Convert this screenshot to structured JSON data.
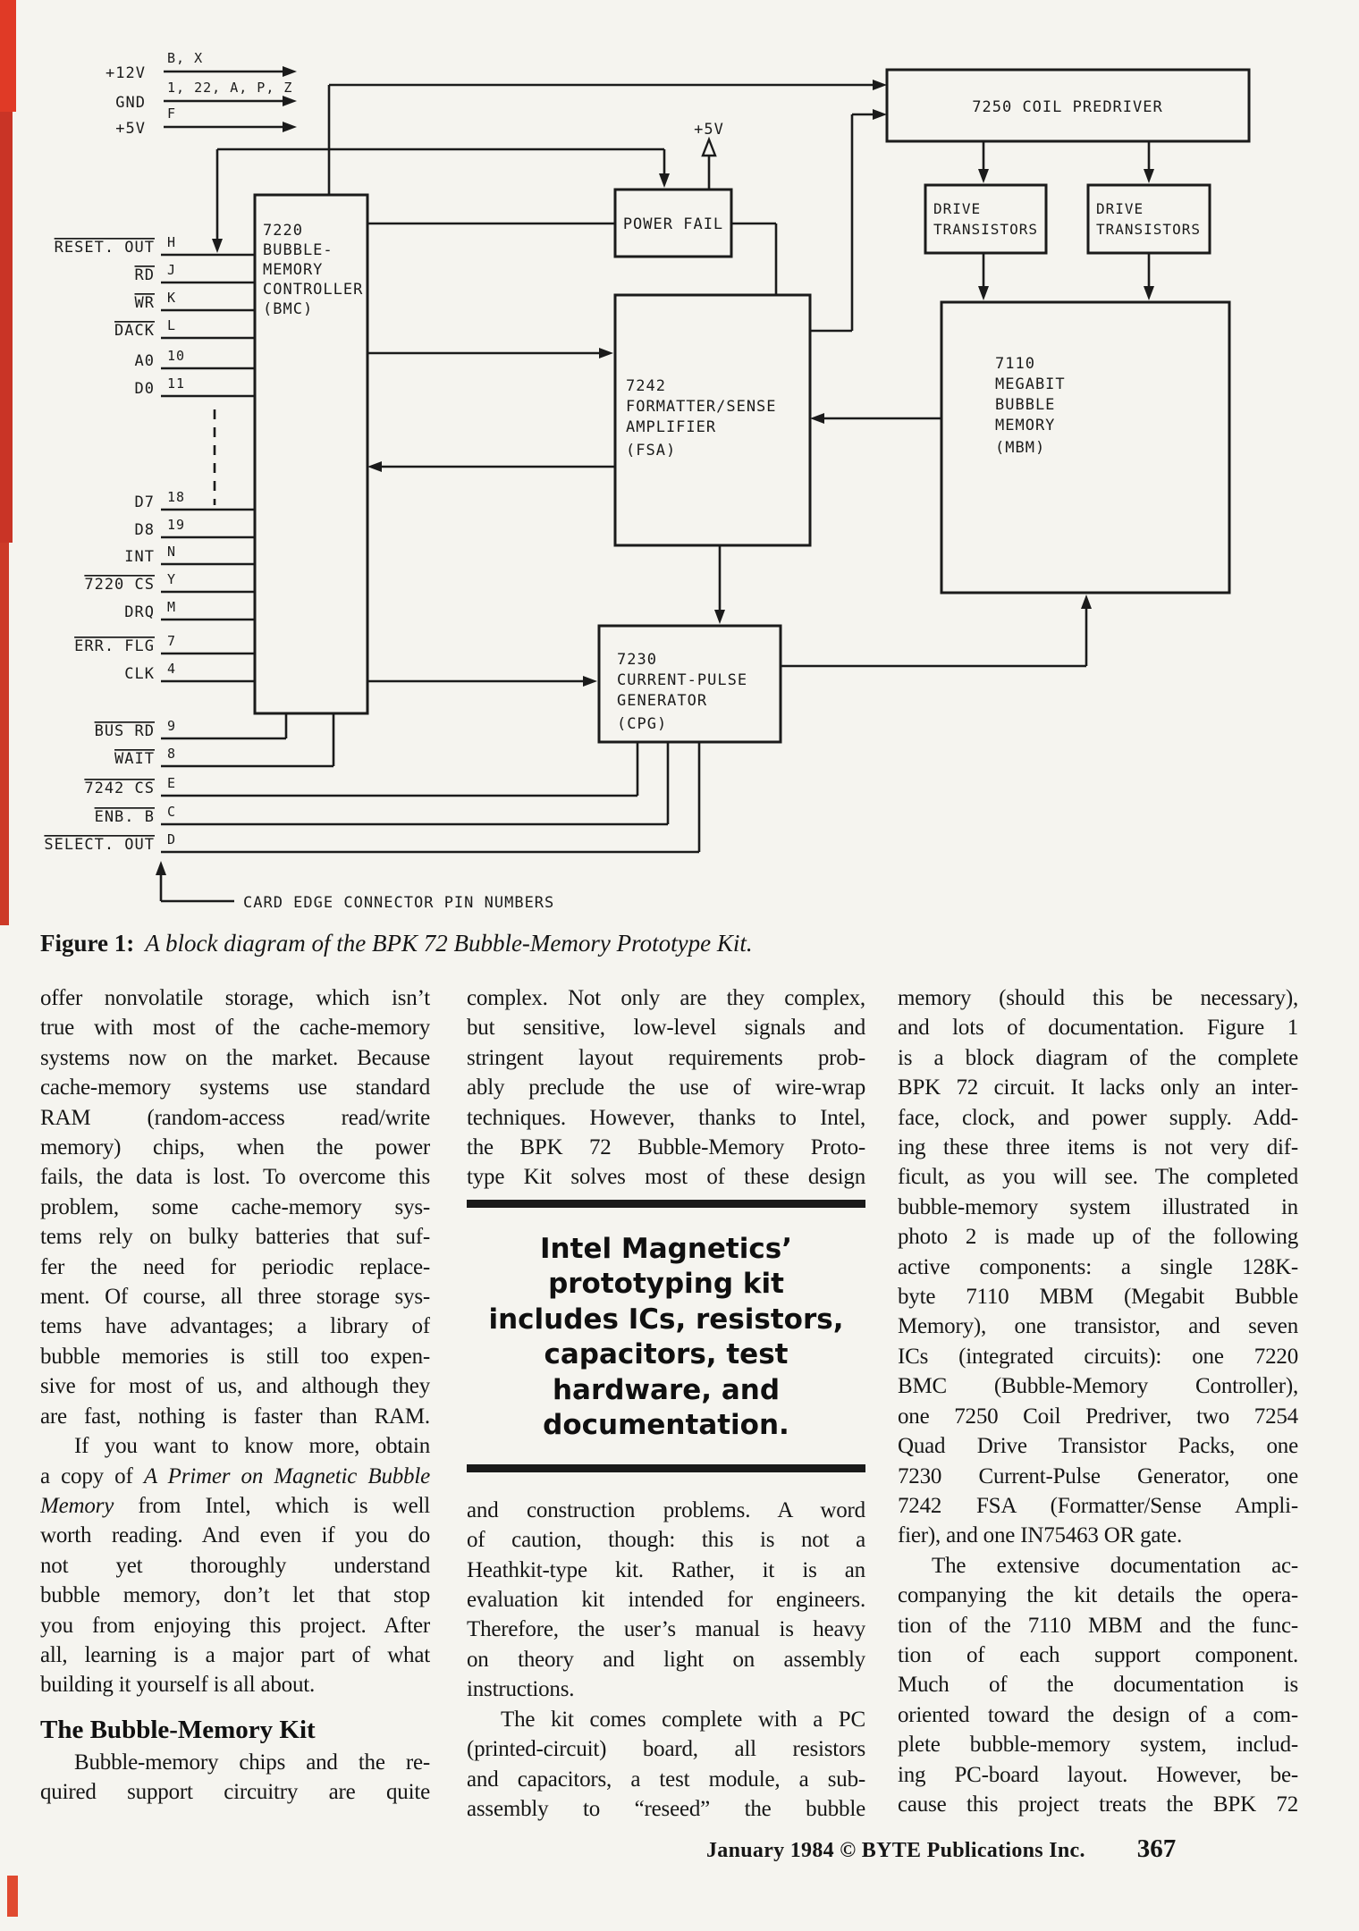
{
  "figure": {
    "caption": {
      "label": "Figure 1:",
      "text": "A block diagram of the BPK 72 Bubble-Memory Prototype Kit."
    },
    "diagram": {
      "power_inputs": [
        {
          "label": "+12V",
          "pins": "B, X"
        },
        {
          "label": "GND",
          "pins": "1, 22, A, P, Z"
        },
        {
          "label": "+5V",
          "pins": "F"
        }
      ],
      "supply_label": "+5V",
      "note": "CARD EDGE CONNECTOR PIN NUMBERS",
      "blocks": {
        "bmc": {
          "lines": [
            "7220",
            "BUBBLE-",
            "MEMORY",
            "CONTROLLER",
            "(BMC)"
          ]
        },
        "power_fail": {
          "lines": [
            "POWER FAIL"
          ]
        },
        "coil_predriver": {
          "lines": [
            "7250 COIL PREDRIVER"
          ]
        },
        "drive_transistors_1": {
          "lines": [
            "DRIVE",
            "TRANSISTORS"
          ]
        },
        "drive_transistors_2": {
          "lines": [
            "DRIVE",
            "TRANSISTORS"
          ]
        },
        "fsa": {
          "lines": [
            "7242",
            "FORMATTER/SENSE",
            "AMPLIFIER",
            "(FSA)"
          ]
        },
        "mbm": {
          "lines": [
            "7110",
            "MEGABIT",
            "BUBBLE",
            "MEMORY",
            "(MBM)"
          ]
        },
        "cpg": {
          "lines": [
            "7230",
            "CURRENT-PULSE",
            "GENERATOR",
            "(CPG)"
          ]
        }
      },
      "signals": [
        {
          "label": "RESET. OUT",
          "pin": "H",
          "overline": true
        },
        {
          "label": "RD",
          "pin": "J",
          "overline": true
        },
        {
          "label": "WR",
          "pin": "K",
          "overline": true
        },
        {
          "label": "DACK",
          "pin": "L",
          "overline": true
        },
        {
          "label": "A0",
          "pin": "10",
          "overline": false
        },
        {
          "label": "D0",
          "pin": "11",
          "overline": false
        },
        {
          "label": "D7",
          "pin": "18",
          "overline": false
        },
        {
          "label": "D8",
          "pin": "19",
          "overline": false
        },
        {
          "label": "INT",
          "pin": "N",
          "overline": false
        },
        {
          "label": "7220 CS",
          "pin": "Y",
          "overline": true
        },
        {
          "label": "DRQ",
          "pin": "M",
          "overline": false
        },
        {
          "label": "ERR. FLG",
          "pin": "7",
          "overline": true
        },
        {
          "label": "CLK",
          "pin": "4",
          "overline": false
        },
        {
          "label": "BUS RD",
          "pin": "9",
          "overline": true
        },
        {
          "label": "WAIT",
          "pin": "8",
          "overline": true
        },
        {
          "label": "7242 CS",
          "pin": "E",
          "overline": true
        },
        {
          "label": "ENB. B",
          "pin": "C",
          "overline": true
        },
        {
          "label": "SELECT. OUT",
          "pin": "D",
          "overline": true
        }
      ]
    }
  },
  "article": {
    "columns": [
      {
        "blocks": [
          {
            "type": "para",
            "lines": [
              "offer nonvolatile storage, which isn’t",
              "true with most of the cache-memory",
              "systems now on the market. Because",
              "cache-memory systems use standard",
              "RAM (random-access read/write",
              "memory) chips, when the power",
              "fails, the data is lost. To overcome this",
              "problem, some cache-memory sys-",
              "tems rely on bulky batteries that suf-",
              "fer the need for periodic replace-",
              "ment. Of course, all three storage sys-",
              "tems have advantages; a library of",
              "bubble memories is still too expen-",
              "sive for most of us, and although they",
              "are fast, nothing is faster than RAM."
            ]
          },
          {
            "type": "para",
            "lines": [
              {
                "t": "If you want to know more, obtain",
                "ind": true
              },
              {
                "t": [
                  "a copy of ",
                  {
                    "i": "A Primer on Magnetic Bubble"
                  }
                ]
              },
              {
                "t": [
                  {
                    "i": "Memory"
                  },
                  " from Intel, which is well"
                ]
              },
              "worth reading. And even if you do",
              "not yet thoroughly understand",
              "bubble memory, don’t let that stop",
              "you from enjoying this project. After",
              "all, learning is a major part of what",
              {
                "t": "building it yourself is all about.",
                "end": true
              }
            ]
          },
          {
            "type": "heading",
            "text": "The Bubble-Memory Kit"
          },
          {
            "type": "para",
            "lines": [
              {
                "t": "Bubble-memory chips and the re-",
                "ind": true
              },
              "quired support circuitry are quite"
            ]
          }
        ]
      },
      {
        "blocks": [
          {
            "type": "para",
            "lines": [
              "complex. Not only are they complex,",
              "but sensitive, low-level signals and",
              "stringent layout requirements prob-",
              "ably preclude the use of wire-wrap",
              "techniques. However, thanks to Intel,",
              "the BPK 72 Bubble-Memory Proto-",
              "type Kit solves most of these design"
            ]
          },
          {
            "type": "pullquote",
            "lines": [
              "Intel Magnetics’",
              "prototyping kit",
              "includes ICs, resistors,",
              "capacitors, test",
              "hardware, and",
              "documentation."
            ]
          },
          {
            "type": "para",
            "lines": [
              "and construction problems. A word",
              "of caution, though: this is not a",
              "Heathkit-type kit. Rather, it is an",
              "evaluation kit intended for engineers.",
              "Therefore, the user’s manual is heavy",
              "on theory and light on assembly",
              {
                "t": "instructions.",
                "end": true
              },
              {
                "t": "The kit comes complete with a PC",
                "ind": true
              },
              "(printed-circuit) board, all resistors",
              "and capacitors, a test module, a sub-",
              "assembly to “reseed” the bubble"
            ]
          }
        ]
      },
      {
        "blocks": [
          {
            "type": "para",
            "lines": [
              "memory (should this be necessary),",
              "and lots of documentation. Figure 1",
              "is a block diagram of the complete",
              "BPK 72 circuit. It lacks only an inter-",
              "face, clock, and power supply. Add-",
              "ing these three items is not very dif-",
              "ficult, as you will see. The completed",
              "bubble-memory system illustrated in",
              "photo 2 is made up of the following",
              "active components: a single 128K-",
              "byte 7110 MBM (Megabit Bubble",
              "Memory), one transistor, and seven",
              "ICs (integrated circuits): one 7220",
              "BMC (Bubble-Memory Controller),",
              "one 7250 Coil Predriver, two 7254",
              "Quad Drive Transistor Packs, one",
              "7230 Current-Pulse Generator, one",
              "7242 FSA (Formatter/Sense Ampli-",
              {
                "t": "fier), and one IN75463 OR gate.",
                "end": true
              }
            ]
          },
          {
            "type": "para",
            "lines": [
              {
                "t": "The extensive documentation ac-",
                "ind": true
              },
              "companying the kit details the opera-",
              "tion of the 7110 MBM and the func-",
              "tion of each support component.",
              "Much of the documentation is",
              "oriented toward the design of a com-",
              "plete bubble-memory system, includ-",
              "ing PC-board layout. However, be-",
              "cause this project treats the BPK 72"
            ]
          }
        ]
      }
    ]
  },
  "footer": {
    "credit": "January 1984 © BYTE Publications Inc.",
    "page": "367"
  }
}
